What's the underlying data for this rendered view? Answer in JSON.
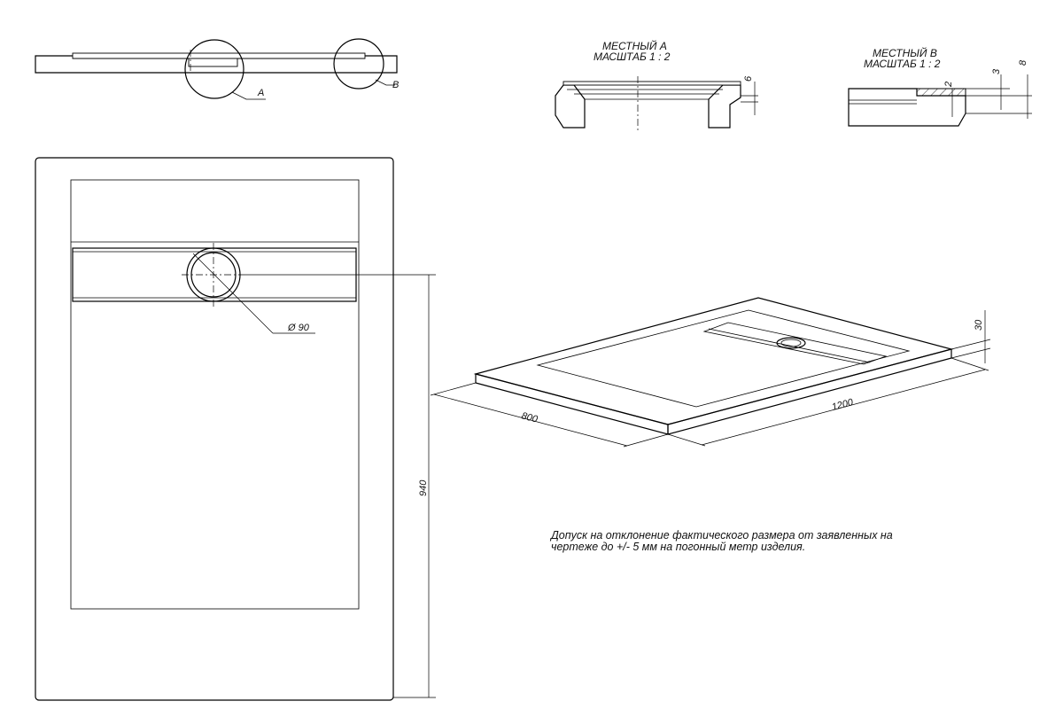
{
  "callouts": {
    "a": "A",
    "b": "B"
  },
  "detail_a": {
    "title_line1": "МЕСТНЫЙ А",
    "title_line2": "МАСШТАБ 1 : 2",
    "dim_6": "6"
  },
  "detail_b": {
    "title_line1": "МЕСТНЫЙ В",
    "title_line2": "МАСШТАБ 1 : 2",
    "dim_3": "3",
    "dim_8": "8",
    "dim_2": "2"
  },
  "plan_view": {
    "diameter_label": "Ø 90",
    "height_dim": "940"
  },
  "iso_view": {
    "width_dim": "800",
    "length_dim": "1200",
    "height_dim": "30"
  },
  "tolerance_note": {
    "line1": "Допуск на отклонение фактического размера от заявленных на",
    "line2": "чертеже до +/- 5 мм на погонный метр изделия."
  }
}
